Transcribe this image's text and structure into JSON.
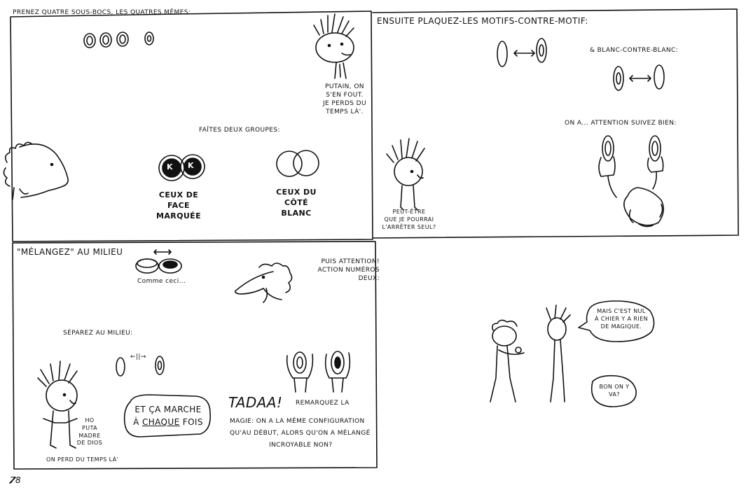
{
  "page_number": "78",
  "panels": [
    {
      "caption": "Prenez quatre sous-bocs, les quatres mêmes:",
      "speech": [
        "Putain, on",
        "s'en fout.",
        "Je perds du",
        "temps là'."
      ],
      "groups_title": "Faîtes deux groupes:",
      "coin_letter": "K",
      "group_left": [
        "Ceux de",
        "face",
        "marquée"
      ],
      "group_right": [
        "Ceux du",
        "côté",
        "blanc"
      ]
    },
    {
      "caption": "Ensuite plaquez-les motifs-contre-motif:",
      "blank_caption": "& blanc-contre-blanc:",
      "attention": "On a... attention suivez bien:",
      "kid_speech": [
        "Peut-être",
        "que je pourrai",
        "l'arrêter seul?"
      ]
    },
    {
      "caption": "\"Mélangez\" au milieu",
      "comme": "Comme ceci...",
      "puis": [
        "Puis attention!",
        "Action numéros",
        "deux:"
      ],
      "separez": "Séparez au milieu:",
      "arrow_label": "←||→",
      "bubble": [
        "Et ça marche",
        "à",
        "chaque",
        "fois"
      ],
      "kid": [
        "Ho",
        "puta",
        "madre",
        "de dios",
        "on perd du temps là'"
      ],
      "tadaa": "Tadaa!",
      "remarquez": "Remarquez la",
      "magie": [
        "magie: on a la même configuration",
        "qu'au début, alors qu'on a mélangé",
        "incroyable non?"
      ]
    },
    {
      "speech1": [
        "Mais c'est nul",
        "à chier y a rien",
        "de magique."
      ],
      "speech2": [
        "Bon on y",
        "va?"
      ]
    }
  ]
}
